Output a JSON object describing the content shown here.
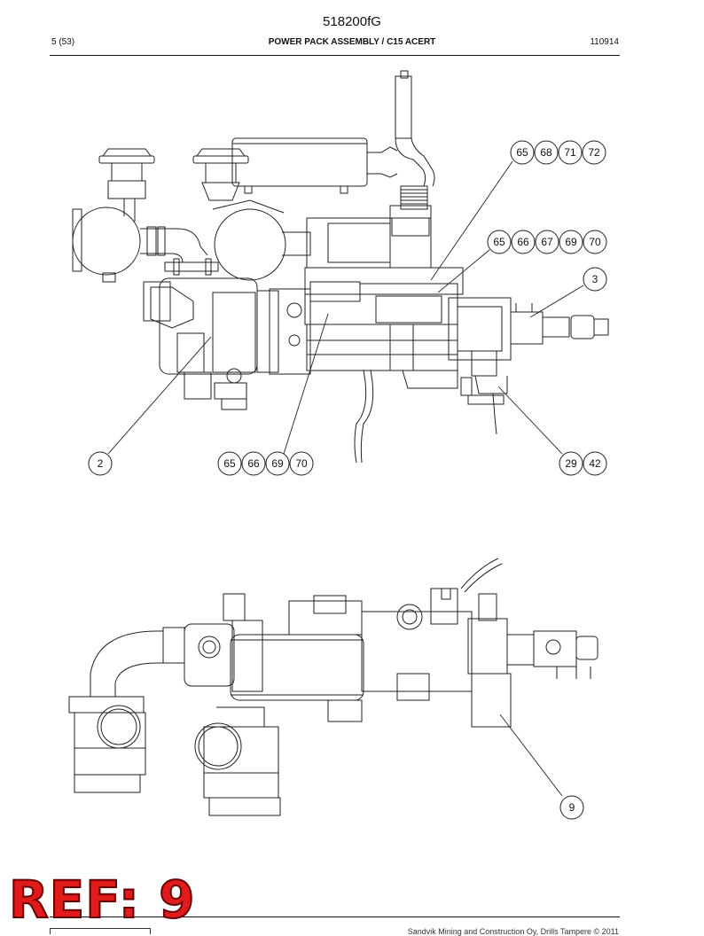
{
  "header": {
    "doc_id": "518200fG",
    "page": "5 (53)",
    "title": "POWER PACK ASSEMBLY / C15 ACERT",
    "date_code": "110914"
  },
  "callouts": {
    "top_right_1": [
      "65",
      "68",
      "71",
      "72"
    ],
    "top_right_2": [
      "65",
      "66",
      "67",
      "69",
      "70"
    ],
    "right_3": [
      "3"
    ],
    "left_2": [
      "2"
    ],
    "mid_bottom": [
      "65",
      "66",
      "69",
      "70"
    ],
    "right_bottom": [
      "29",
      "42"
    ],
    "lower_9": [
      "9"
    ]
  },
  "badge": {
    "ref_label": "REF: 9"
  },
  "footer": {
    "copyright": "Sandvik Mining and Construction Oy, Drills Tampere © 2011"
  }
}
